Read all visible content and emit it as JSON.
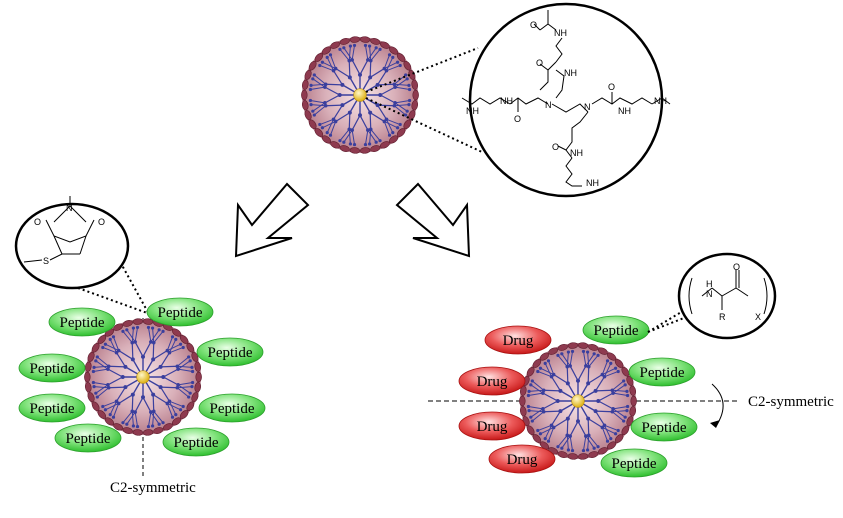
{
  "peptide_label": "Peptide",
  "drug_label": "Drug",
  "left_symmetry_label": "C2-symmetric",
  "right_symmetry_label": "C2-symmetric",
  "chem": {
    "nh": "NH",
    "n": "N",
    "o": "O",
    "s": "S",
    "h": "H",
    "r": "R",
    "x": "X"
  },
  "colors": {
    "peptide": "#33cc33",
    "drug": "#dd2020",
    "dendrimer_shell": "#8e3a4f",
    "dendrimer_branch": "#3a3f9e",
    "core": "#f2cf3a"
  }
}
